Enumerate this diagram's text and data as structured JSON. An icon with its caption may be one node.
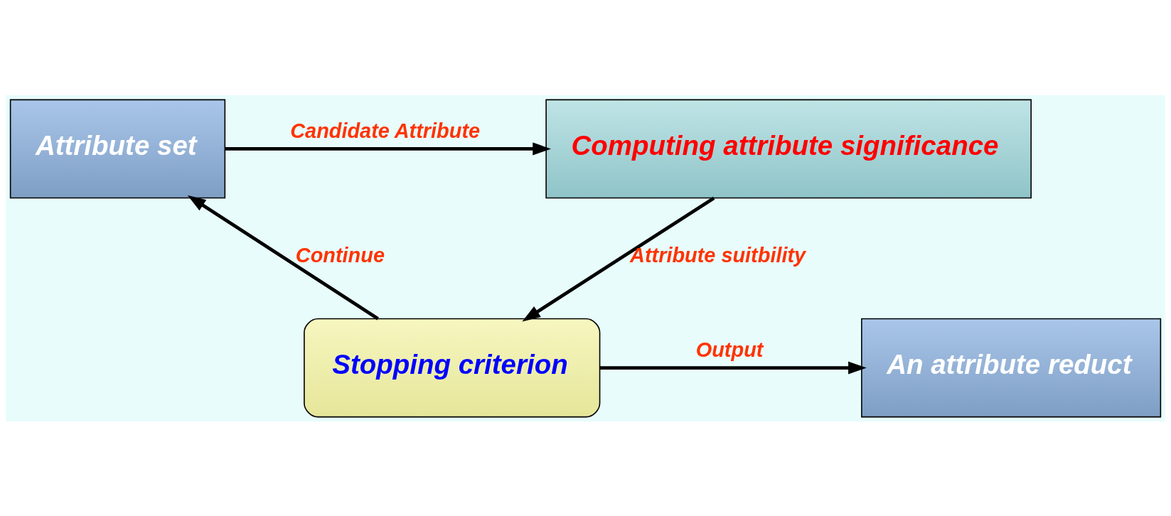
{
  "diagram": {
    "nodes": [
      {
        "text": [
          "Attribute set"
        ]
      },
      {
        "text": [
          "Computing attribute significance"
        ]
      },
      {
        "text": [
          "Stopping criterion"
        ]
      },
      {
        "text": [
          "An attribute reduct"
        ]
      }
    ],
    "edges": [
      {
        "from": 0,
        "to": 1,
        "arrow": "to",
        "label": "Candidate Attribute"
      },
      {
        "from": 1,
        "to": 2,
        "arrow": "to",
        "label": "Attribute suitbility"
      },
      {
        "from": 2,
        "to": 0,
        "arrow": "to",
        "label": "Continue"
      },
      {
        "from": 2,
        "to": 3,
        "arrow": "to",
        "label": "Output"
      }
    ]
  }
}
